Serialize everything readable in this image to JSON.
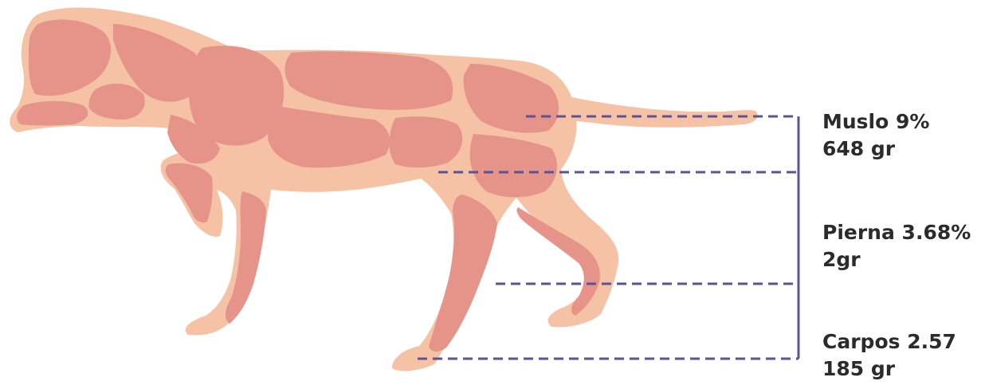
{
  "colors": {
    "muscle": "#e6948a",
    "tendon": "#f6c2a6",
    "guide_line": "#5c529a",
    "text": "#2b2b2b"
  },
  "figure": {
    "subject": "dog-muscle-anatomy-illustration"
  },
  "segments": [
    {
      "id": "thigh",
      "name": "Muslo 9%",
      "weight": "648 gr"
    },
    {
      "id": "leg",
      "name": "Pierna 3.68%",
      "weight": "2gr"
    },
    {
      "id": "carpus",
      "name": "Carpos 2.57",
      "weight": "185 gr"
    }
  ]
}
